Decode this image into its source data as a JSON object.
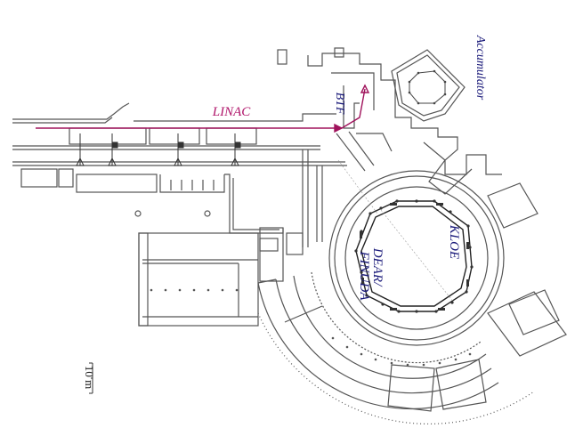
{
  "labels": {
    "accumulator": "Accumulator",
    "btf": "BTF",
    "linac": "LINAC",
    "kloe": "KLOE",
    "dear": "DEAR/",
    "finuda": "FINUDA",
    "scale": "10 m"
  },
  "colors": {
    "wall": "#555555",
    "dark_line": "#222222",
    "beamline": "#a0135c",
    "label_blue": "#1a1a7a",
    "label_magenta": "#b0146a",
    "ring_dots": "#555555"
  }
}
